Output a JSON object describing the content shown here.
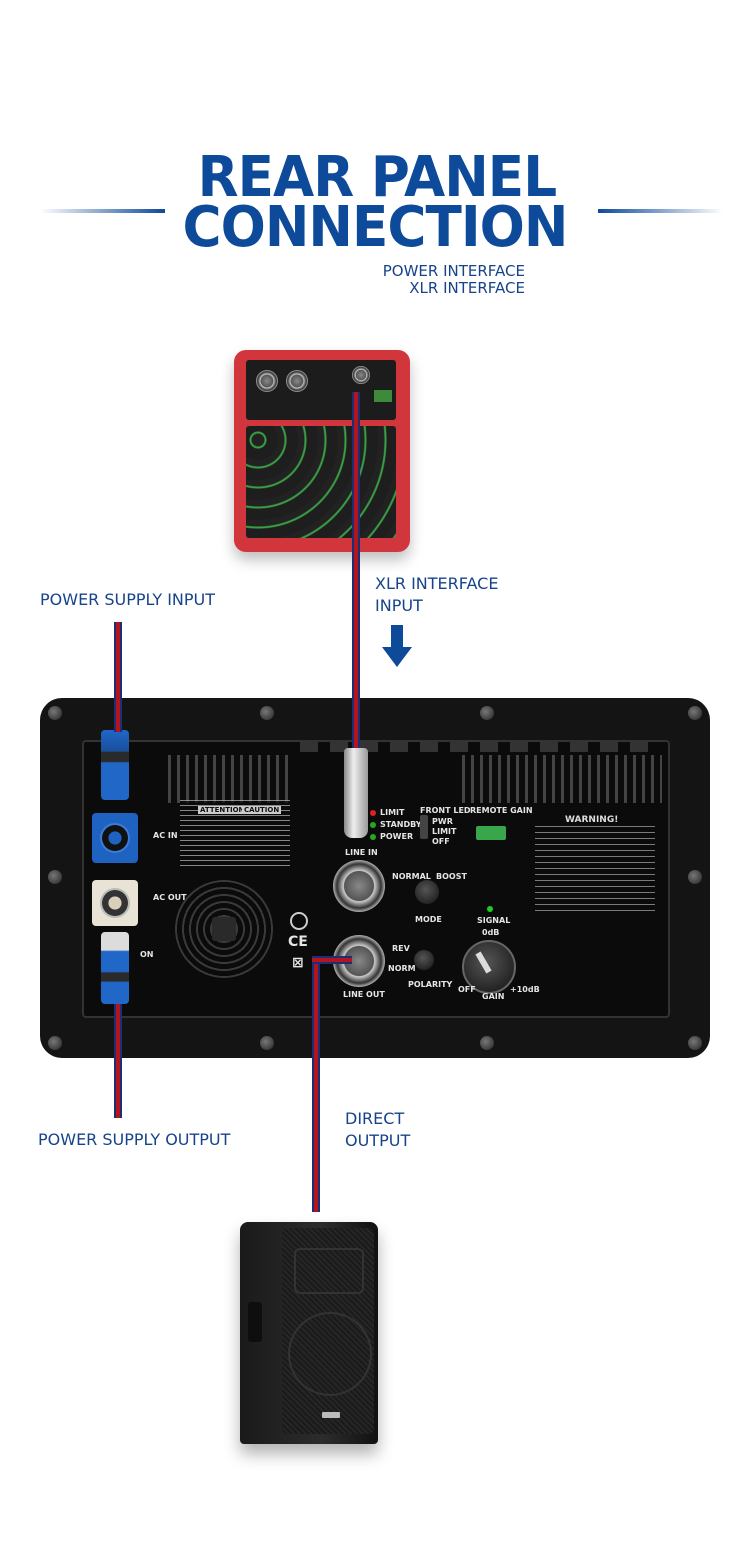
{
  "header": {
    "title_line1": "REAR PANEL",
    "title_line2": "CONNECTION",
    "subtitle_line1": "POWER INTERFACE",
    "subtitle_line2": "XLR INTERFACE"
  },
  "callouts": {
    "power_supply_input": "POWER SUPPLY INPUT",
    "xlr_input_line1": "XLR INTERFACE",
    "xlr_input_line2": "INPUT",
    "power_supply_output": "POWER SUPPLY OUTPUT",
    "direct_output_line1": "DIRECT",
    "direct_output_line2": "OUTPUT"
  },
  "panel": {
    "ac_in": "AC IN",
    "ac_out": "AC OUT",
    "on": "ON",
    "line_in": "LINE IN",
    "line_out": "LINE OUT",
    "limit": "LIMIT",
    "standby": "STANDBY",
    "power": "POWER",
    "front_led": "FRONT LED",
    "pwr": "PWR",
    "limit2": "LIMIT",
    "off": "OFF",
    "remote_gain": "REMOTE GAIN",
    "normal": "NORMAL",
    "boost": "BOOST",
    "mode": "MODE",
    "rev": "REV",
    "norm": "NORM",
    "polarity": "POLARITY",
    "signal": "SIGNAL",
    "zero_db": "0dB",
    "gain_off": "OFF",
    "gain": "GAIN",
    "gain_max": "+10dB",
    "warning": "WARNING!",
    "attention": "ATTENTION",
    "caution": "CAUTION"
  },
  "colors": {
    "title_blue": "#0d4a9a",
    "cable_red": "#b3151f",
    "cable_edge": "#1b2f72",
    "mixer_red": "#d0363c"
  }
}
